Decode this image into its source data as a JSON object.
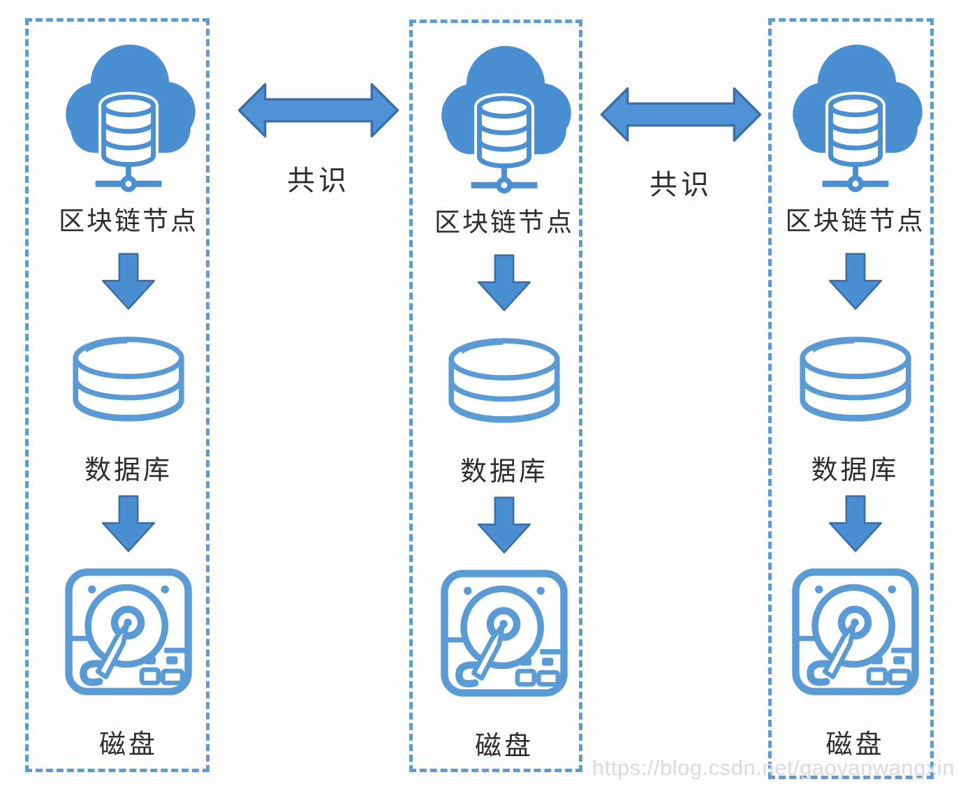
{
  "colors": {
    "page_bg": "#fdfdfd",
    "cloud_blue": "#4a8fd2",
    "icon_blue": "#5b9bd5",
    "arrow_fill": "#4f93d6",
    "arrow_stroke": "#3a6ea5",
    "down_arrow_fill": "#4a8fd2",
    "border_blue": "#5f9bd3",
    "label_color": "#2d2d2d",
    "watermark_color": "#d9dcdf"
  },
  "icons": {
    "node": "cloud-database-network-icon",
    "database": "database-cylinder-icon",
    "disk": "hard-disk-icon",
    "down": "down-arrow-icon",
    "consensus": "double-headed-arrow-icon"
  },
  "diagram": {
    "columns": [
      {
        "node_label": "区块链节点",
        "database_label": "数据库",
        "disk_label": "磁盘"
      },
      {
        "node_label": "区块链节点",
        "database_label": "数据库",
        "disk_label": "磁盘"
      },
      {
        "node_label": "区块链节点",
        "database_label": "数据库",
        "disk_label": "磁盘"
      }
    ],
    "links": [
      {
        "label": "共识"
      },
      {
        "label": "共识"
      }
    ]
  },
  "watermark": {
    "text": "https://blog.csdn.net/gaoyanwangxin"
  }
}
